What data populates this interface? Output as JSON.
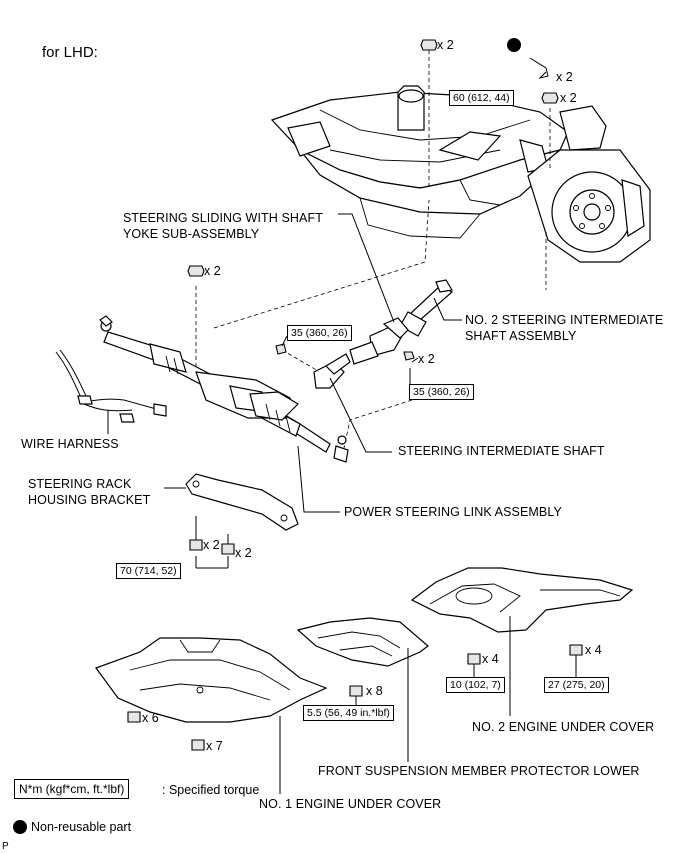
{
  "header": {
    "title": "for LHD:"
  },
  "labels": {
    "sliding_yoke_line1": "STEERING SLIDING WITH SHAFT",
    "sliding_yoke_line2": "YOKE SUB-ASSEMBLY",
    "no2_intermediate_line1": "NO. 2 STEERING INTERMEDIATE",
    "no2_intermediate_line2": "SHAFT ASSEMBLY",
    "wire_harness": "WIRE HARNESS",
    "intermediate_shaft": "STEERING INTERMEDIATE SHAFT",
    "rack_bracket_line1": "STEERING RACK",
    "rack_bracket_line2": "HOUSING BRACKET",
    "power_steering_link": "POWER STEERING LINK ASSEMBLY",
    "no2_engine_cover": "NO. 2 ENGINE UNDER COVER",
    "front_susp_protector": "FRONT SUSPENSION MEMBER PROTECTOR LOWER",
    "no1_engine_cover": "NO. 1 ENGINE UNDER COVER"
  },
  "torques": {
    "t_60": "60 (612, 44)",
    "t_35a": "35 (360, 26)",
    "t_35b": "35 (360, 26)",
    "t_70": "70 (714, 52)",
    "t_10": "10 (102, 7)",
    "t_27": "27 (275, 20)",
    "t_5_5": "5.5 (56, 49 in.*lbf)"
  },
  "quantities": {
    "q_top_nut": "x 2",
    "q_pin": "x 2",
    "q_60": "x 2",
    "q_rack_nut": "x 2",
    "q_yoke_bolt": "x 2",
    "q_bracket_a": "x 2",
    "q_bracket_b": "x 2",
    "q_8": "x 8",
    "q_4a": "x 4",
    "q_4b": "x 4",
    "q_6": "x 6",
    "q_7": "x 7"
  },
  "legend": {
    "torque_unit": "N*m (kgf*cm, ft.*lbf)",
    "torque_desc": ": Specified torque",
    "non_reusable": "Non-reusable part"
  },
  "footer": {
    "corner_mark": "P"
  }
}
